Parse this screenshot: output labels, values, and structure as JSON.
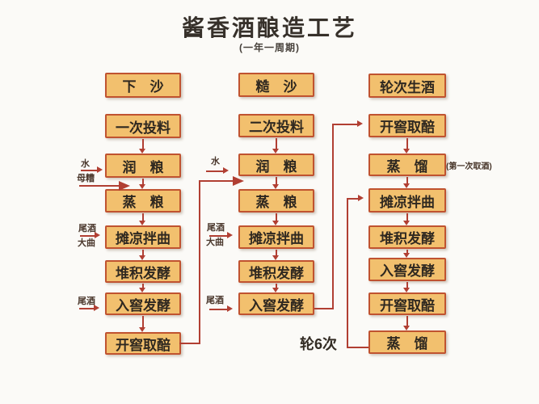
{
  "title": "酱香酒酿造工艺",
  "subtitle": "(一年一周期)",
  "columns": [
    {
      "header": "下　沙",
      "steps": [
        "一次投料",
        "润　粮",
        "蒸　粮",
        "摊凉拌曲",
        "堆积发酵",
        "入窖发酵",
        "开窖取醅"
      ]
    },
    {
      "header": "糙　沙",
      "steps": [
        "二次投料",
        "润　粮",
        "蒸　粮",
        "摊凉拌曲",
        "堆积发酵",
        "入窖发酵"
      ]
    },
    {
      "header": "轮次生酒",
      "steps": [
        "开窖取醅",
        "蒸　馏",
        "摊凉拌曲",
        "堆积发酵",
        "入窖发酵",
        "开窖取醅",
        "蒸　馏"
      ]
    }
  ],
  "side_inputs": {
    "left_water": "水",
    "left_mother_mash": "母糟",
    "left_tail_liquor_1": "尾酒",
    "left_daqu": "大曲",
    "left_tail_liquor_2": "尾酒",
    "mid_water": "水",
    "mid_tail_liquor_1": "尾酒",
    "mid_daqu": "大曲",
    "mid_tail_liquor_2": "尾酒"
  },
  "annotations": {
    "first_distillation_note": "(第一次取酒)",
    "rounds_note": "轮6次"
  },
  "colors": {
    "box_fill": "#F2C06E",
    "box_border": "#C05330",
    "arrow": "#B13F33",
    "background": "#FBFAF7"
  }
}
